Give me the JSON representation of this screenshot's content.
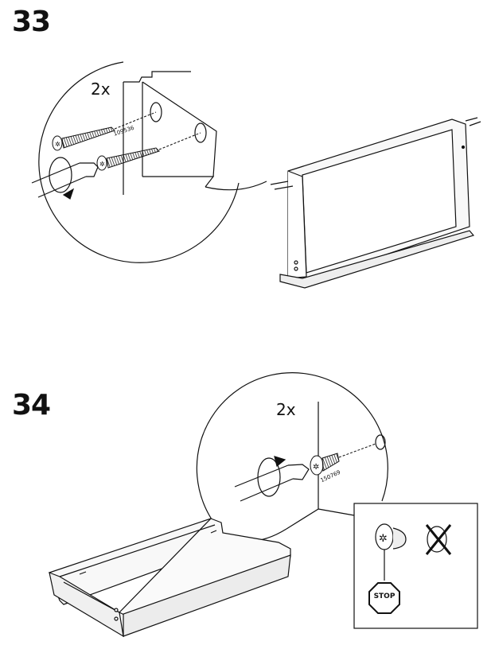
{
  "steps": [
    {
      "number": "33",
      "quantity": "2x",
      "part_number": "109536"
    },
    {
      "number": "34",
      "quantity": "2x",
      "part_number": "150769",
      "warning_label": "STOP"
    }
  ]
}
